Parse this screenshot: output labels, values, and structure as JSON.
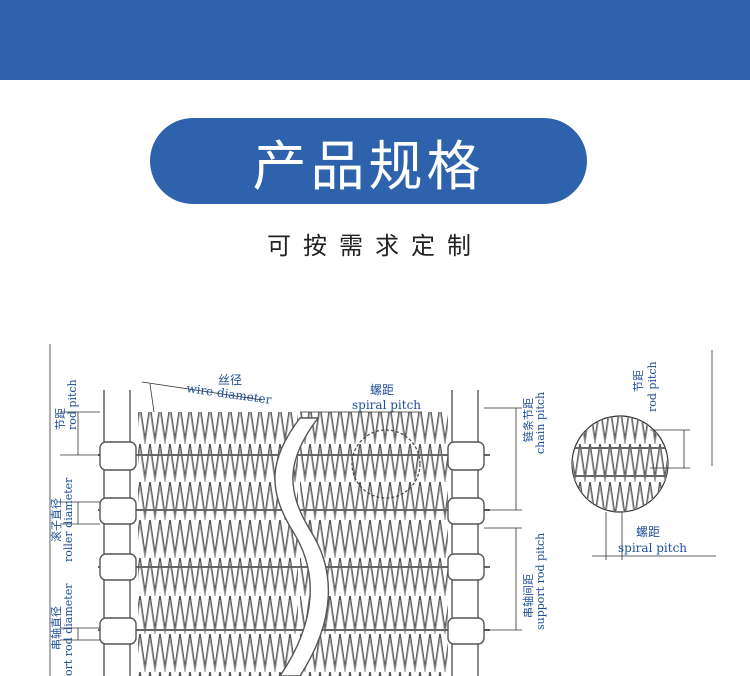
{
  "header": {
    "title": "产品规格",
    "subtitle": "可按需求定制"
  },
  "colors": {
    "brand": "#2f62ad",
    "annotation": "#1f4f96",
    "mesh": "#555555"
  },
  "diagram": {
    "rod_pitch_cn": "节距",
    "rod_pitch_en": "rod pitch",
    "wire_diameter_cn": "丝径",
    "wire_diameter_en": "wire diameter",
    "spiral_pitch_cn": "螺距",
    "spiral_pitch_en": "spiral pitch",
    "chain_pitch_cn": "链条节距",
    "chain_pitch_en": "chain pitch",
    "roller_diameter_cn": "滚子直径",
    "roller_diameter_en": "roller diameter",
    "support_rod_pitch_cn": "串轴间距",
    "support_rod_pitch_en": "support rod pitch",
    "support_rod_diameter_cn": "串轴直径",
    "support_rod_diameter_en": "ort rod diameter",
    "detail_rod_pitch_cn": "节距",
    "detail_rod_pitch_en": "rod pitch",
    "detail_spiral_pitch_cn": "螺距",
    "detail_spiral_pitch_en": "spiral pitch"
  }
}
